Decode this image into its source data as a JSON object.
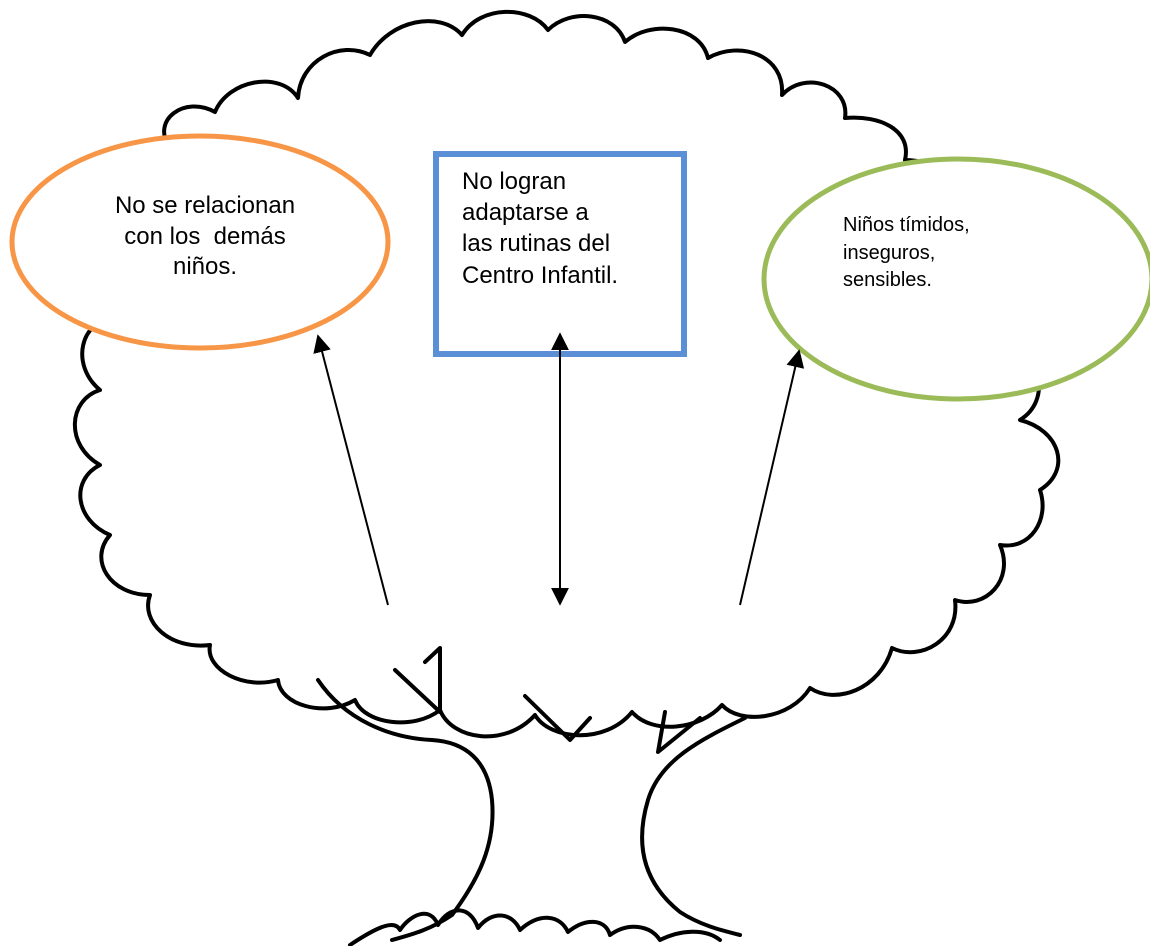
{
  "nodes": {
    "left": {
      "shape": "ellipse",
      "border_color": "#f79646",
      "lines": [
        "No se relacionan",
        "con los  demás",
        "niños."
      ]
    },
    "center": {
      "shape": "rectangle",
      "border_color": "#5b8fd6",
      "lines": [
        "No logran",
        "adaptarse a",
        "las rutinas del",
        "Centro Infantil."
      ]
    },
    "right": {
      "shape": "ellipse",
      "border_color": "#9bbb59",
      "lines": [
        "Niños tímidos,",
        "inseguros,",
        "sensibles."
      ]
    }
  },
  "arrows": {
    "left": "single-headed, pointing to left ellipse",
    "center": "double-headed, between box and trunk",
    "right": "single-headed, pointing to right ellipse"
  },
  "illustration": "tree-outline"
}
